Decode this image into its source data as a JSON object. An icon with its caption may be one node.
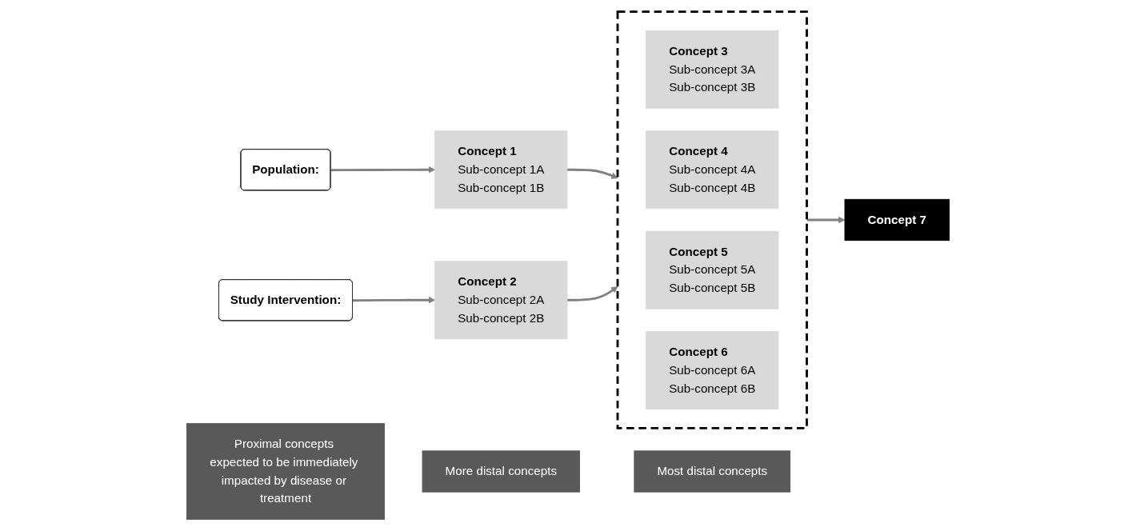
{
  "diagram": {
    "nodes": [
      {
        "text": [
          "Proximal concepts expected to be immediately impacted by disease or treatment"
        ]
      },
      {
        "text": [
          "More distal concepts"
        ]
      },
      {
        "text": [
          "Most distal concepts"
        ]
      },
      {
        "text": [
          "Population:"
        ]
      },
      {
        "text": [
          "Concept 1",
          "Sub-concept 1A",
          "Sub-concept 1B"
        ]
      },
      {
        "text": [
          "Study Intervention:"
        ]
      },
      {
        "text": [
          "Concept 2",
          "Sub-concept 2A",
          "Sub-concept 2B"
        ]
      },
      {
        "text": [],
        "shape": "box"
      },
      {
        "text": [
          "Concept 3",
          "Sub-concept 3A",
          "Sub-concept 3B"
        ],
        "in": 7
      },
      {
        "text": [
          "Concept 4",
          "Sub-concept 4A",
          "Sub-concept 4B"
        ],
        "in": 7
      },
      {
        "text": [
          "Concept 5",
          "Sub-concept 5A",
          "Sub-concept 5B"
        ],
        "in": 7
      },
      {
        "text": [
          "Concept 6",
          "Sub-concept 6A",
          "Sub-concept 6B"
        ],
        "in": 7
      },
      {
        "text": [
          "Concept 7"
        ]
      }
    ],
    "edges": [
      {
        "from": 3,
        "to": 4,
        "arrow": "to"
      },
      {
        "from": 5,
        "to": 6,
        "arrow": "to"
      },
      {
        "from": 4,
        "to": 7,
        "arrow": "to"
      },
      {
        "from": 6,
        "to": 7,
        "arrow": "to"
      },
      {
        "from": 7,
        "to": 12,
        "arrow": "to"
      }
    ]
  }
}
